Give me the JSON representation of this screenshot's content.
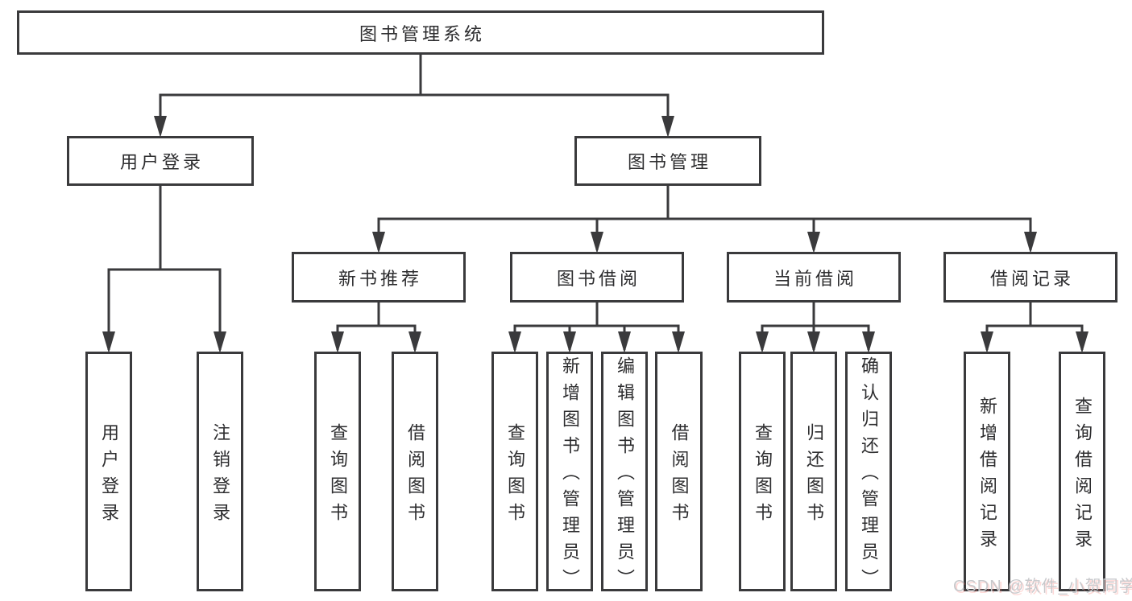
{
  "diagram": {
    "tree": {
      "root": "图书管理系统",
      "children": [
        {
          "label": "用户登录",
          "children": [
            "用户登录",
            "注销登录"
          ]
        },
        {
          "label": "图书管理",
          "children": [
            {
              "label": "新书推荐",
              "children": [
                "查询图书",
                "借阅图书"
              ]
            },
            {
              "label": "图书借阅",
              "children": [
                "查询图书",
                "新增图书（管理员）",
                "编辑图书（管理员）",
                "借阅图书"
              ]
            },
            {
              "label": "当前借阅",
              "children": [
                "查询图书",
                "归还图书",
                "确认归还（管理员）"
              ]
            },
            {
              "label": "借阅记录",
              "children": [
                "新增借阅记录",
                "查询借阅记录"
              ]
            }
          ]
        }
      ]
    },
    "watermark": "CSDN @软件_小贺同学",
    "colors": {
      "line": "#3a3a3c",
      "text": "#2d2d2f",
      "background": "#ffffff",
      "watermark": "#c8c9cc"
    }
  }
}
